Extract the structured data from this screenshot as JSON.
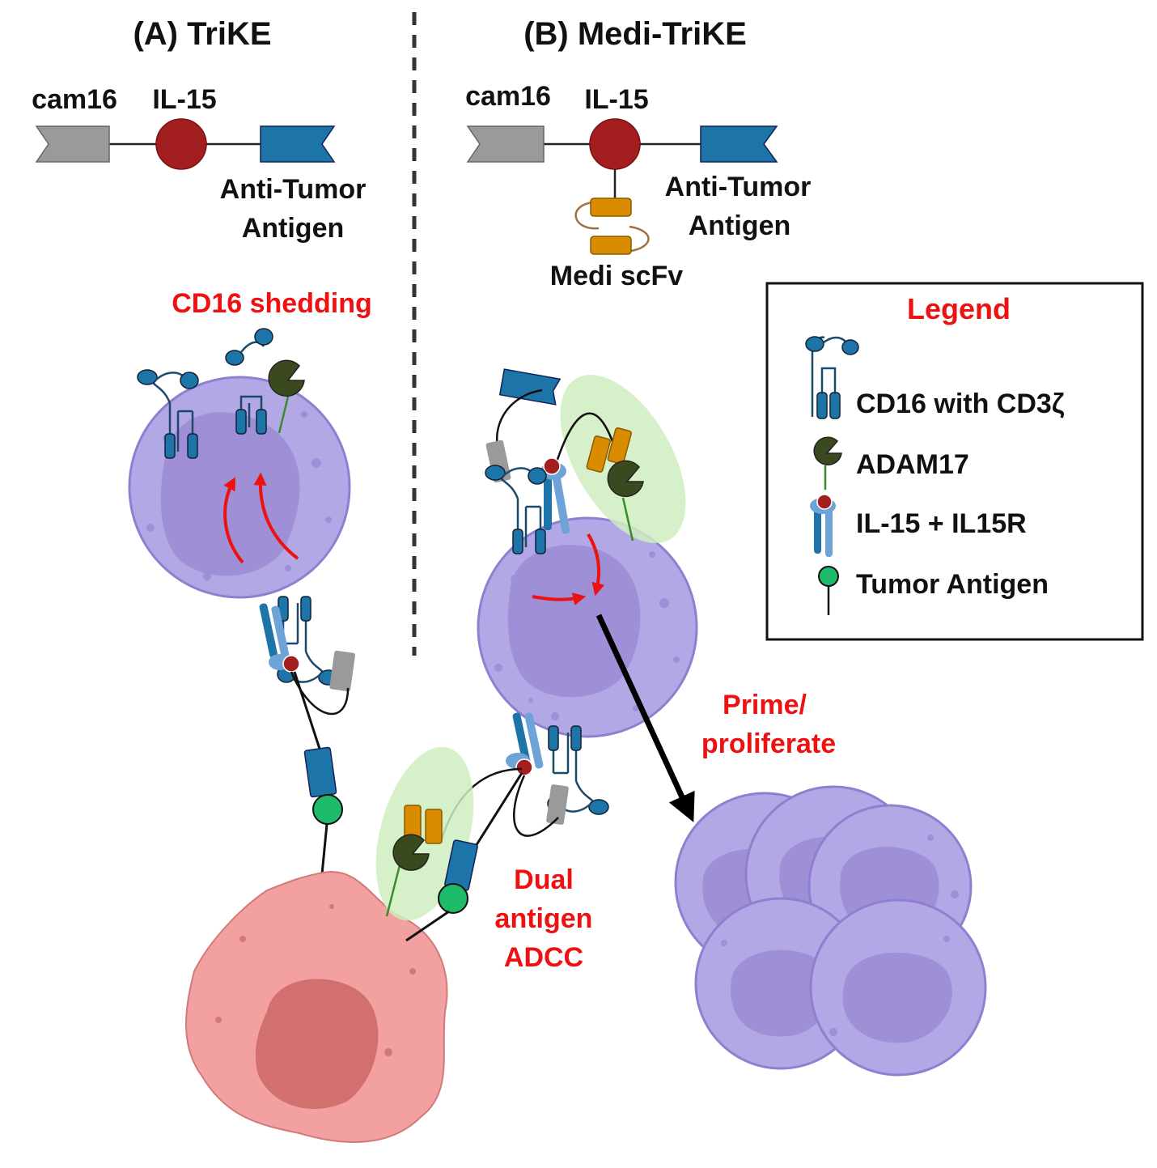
{
  "panel_a": {
    "title": "(A) TriKE",
    "cam16": "cam16",
    "il15": "IL-15",
    "antigen_line1": "Anti-Tumor",
    "antigen_line2": "Antigen",
    "shedding": "CD16 shedding"
  },
  "panel_b": {
    "title": "(B) Medi-TriKE",
    "cam16": "cam16",
    "il15": "IL-15",
    "antigen_line1": "Anti-Tumor",
    "antigen_line2": "Antigen",
    "medi": "Medi scFv",
    "prime_line1": "Prime/",
    "prime_line2": "proliferate",
    "dual_line1": "Dual",
    "dual_line2": "antigen",
    "dual_line3": "ADCC"
  },
  "legend": {
    "title": "Legend",
    "items": [
      {
        "label": "CD16 with CD3ζ",
        "icon": "cd16-cd3z-icon"
      },
      {
        "label": "ADAM17",
        "icon": "adam17-icon"
      },
      {
        "label": "IL-15 + IL15R",
        "icon": "il15-il15r-icon"
      },
      {
        "label": "Tumor Antigen",
        "icon": "tumor-antigen-icon"
      }
    ]
  },
  "colors": {
    "cam16": "#9a9a9a",
    "il15": "#a31f1f",
    "anti_tumor": "#1d74a8",
    "medi_scfv": "#d98c00",
    "nk_cell": "#b2a8e6",
    "nk_nucleus": "#9e8fd6",
    "tumor_cell": "#f2a0a0",
    "tumor_nucleus": "#d26f6f",
    "adam17": "#3b4a1e",
    "tumor_antigen": "#1dbb6a",
    "label_red": "#ee1111"
  }
}
